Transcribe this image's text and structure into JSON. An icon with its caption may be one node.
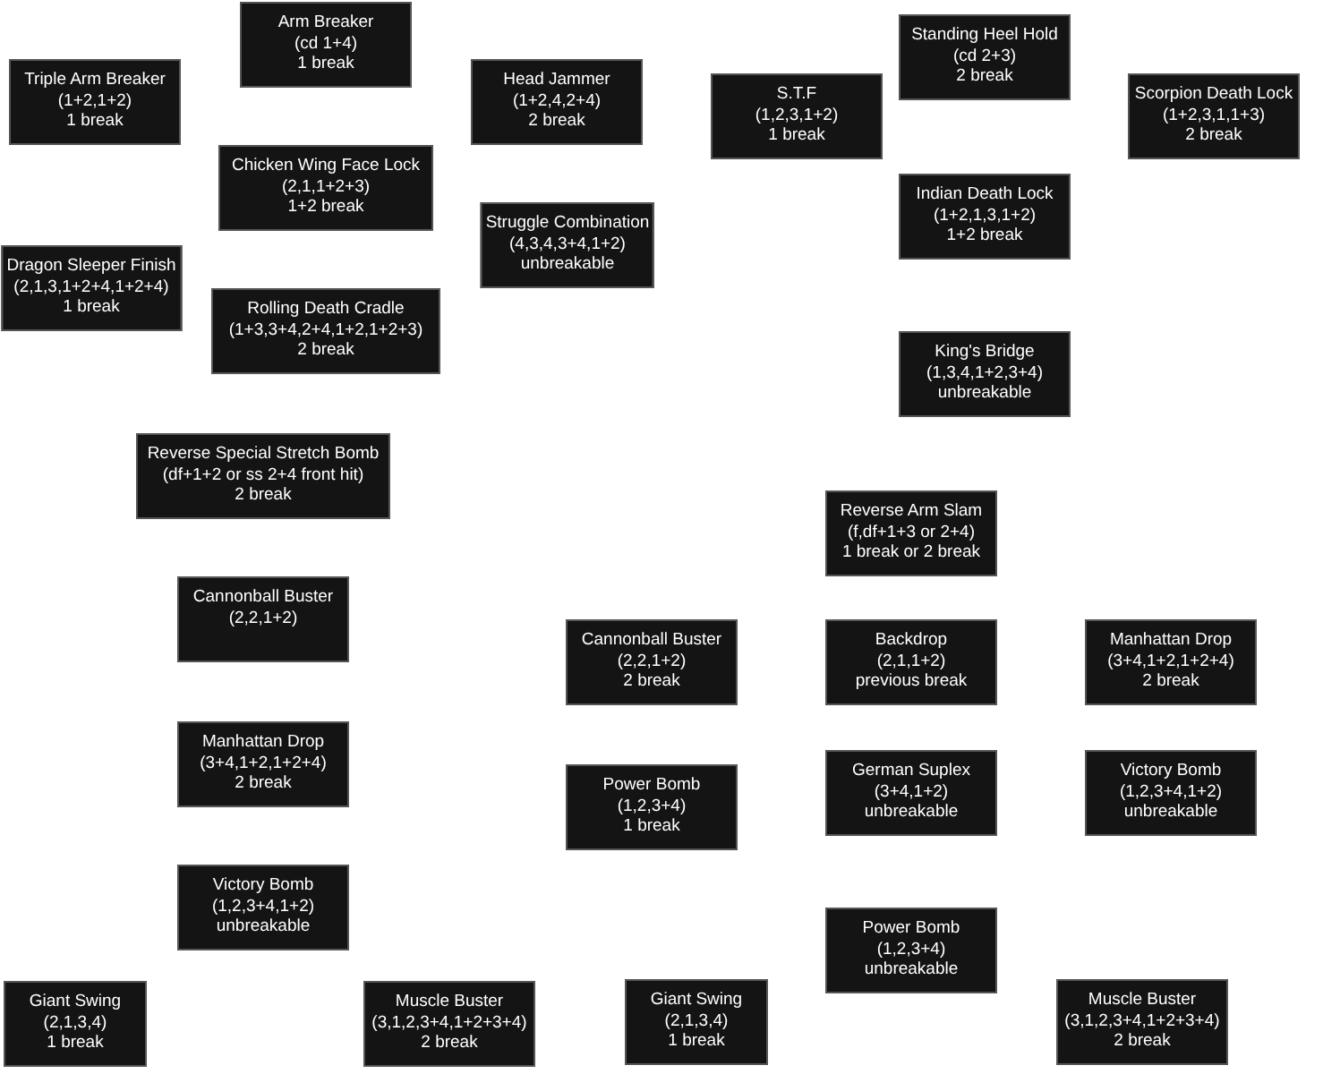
{
  "diagram": {
    "nodes": [
      {
        "text": [
          "Arm Breaker",
          "(cd 1+4)",
          "1 break"
        ]
      },
      {
        "text": [
          "Triple Arm Breaker",
          "(1+2,1+2)",
          "1 break"
        ]
      },
      {
        "text": [
          "Head Jammer",
          "(1+2,4,2+4)",
          "2 break"
        ]
      },
      {
        "text": [
          "Chicken Wing Face Lock",
          "(2,1,1+2+3)",
          "1+2 break"
        ]
      },
      {
        "text": [
          "Struggle Combination",
          "(4,3,4,3+4,1+2)",
          "unbreakable"
        ]
      },
      {
        "text": [
          "Dragon Sleeper Finish",
          "(2,1,3,1+2+4,1+2+4)",
          "1 break"
        ]
      },
      {
        "text": [
          "Rolling Death Cradle",
          "(1+3,3+4,2+4,1+2,1+2+3)",
          "2 break"
        ]
      },
      {
        "text": [
          "Standing Heel Hold",
          "(cd 2+3)",
          "2 break"
        ]
      },
      {
        "text": [
          "S.T.F",
          "(1,2,3,1+2)",
          "1 break"
        ]
      },
      {
        "text": [
          "Scorpion Death Lock",
          "(1+2,3,1,1+3)",
          "2 break"
        ]
      },
      {
        "text": [
          "Indian Death Lock",
          "(1+2,1,3,1+2)",
          "1+2 break"
        ]
      },
      {
        "text": [
          "King's Bridge",
          "(1,3,4,1+2,3+4)",
          "unbreakable"
        ]
      },
      {
        "text": [
          "Reverse Special Stretch Bomb",
          "(df+1+2 or ss 2+4 front hit)",
          "2 break"
        ]
      },
      {
        "text": [
          "Reverse Arm Slam",
          "(f,df+1+3 or 2+4)",
          "1 break or 2 break"
        ]
      },
      {
        "text": [
          "Cannonball Buster",
          "(2,2,1+2)"
        ]
      },
      {
        "text": [
          "Cannonball Buster",
          "(2,2,1+2)",
          "2 break"
        ]
      },
      {
        "text": [
          "Backdrop",
          "(2,1,1+2)",
          "previous break"
        ]
      },
      {
        "text": [
          "Manhattan Drop",
          "(3+4,1+2,1+2+4)",
          "2 break"
        ]
      },
      {
        "text": [
          "Manhattan Drop",
          "(3+4,1+2,1+2+4)",
          "2 break"
        ]
      },
      {
        "text": [
          "Power Bomb",
          "(1,2,3+4)",
          "1 break"
        ]
      },
      {
        "text": [
          "German Suplex",
          "(3+4,1+2)",
          "unbreakable"
        ]
      },
      {
        "text": [
          "Victory Bomb",
          "(1,2,3+4,1+2)",
          "unbreakable"
        ]
      },
      {
        "text": [
          "Victory Bomb",
          "(1,2,3+4,1+2)",
          "unbreakable"
        ]
      },
      {
        "text": [
          "Power Bomb",
          "(1,2,3+4)",
          "unbreakable"
        ]
      },
      {
        "text": [
          "Giant Swing",
          "(2,1,3,4)",
          "1 break"
        ]
      },
      {
        "text": [
          "Muscle Buster",
          "(3,1,2,3+4,1+2+3+4)",
          "2 break"
        ]
      },
      {
        "text": [
          "Giant Swing",
          "(2,1,3,4)",
          "1 break"
        ]
      },
      {
        "text": [
          "Muscle Buster",
          "(3,1,2,3+4,1+2+3+4)",
          "2 break"
        ]
      }
    ]
  }
}
